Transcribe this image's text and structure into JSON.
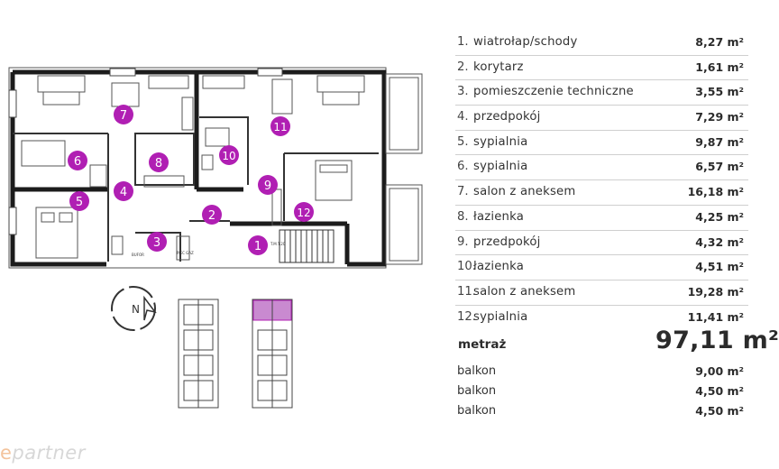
{
  "rooms": [
    {
      "num": "1.",
      "name": "wiatrołap/schody",
      "area": "8,27 m²"
    },
    {
      "num": "2.",
      "name": "korytarz",
      "area": "1,61 m²"
    },
    {
      "num": "3.",
      "name": "pomieszczenie techniczne",
      "area": "3,55 m²"
    },
    {
      "num": "4.",
      "name": "przedpokój",
      "area": "7,29 m²"
    },
    {
      "num": "5.",
      "name": "sypialnia",
      "area": "9,87 m²"
    },
    {
      "num": "6.",
      "name": "sypialnia",
      "area": "6,57 m²"
    },
    {
      "num": "7.",
      "name": "salon z aneksem",
      "area": "16,18 m²"
    },
    {
      "num": "8.",
      "name": "łazienka",
      "area": "4,25 m²"
    },
    {
      "num": "9.",
      "name": "przedpokój",
      "area": "4,32 m²"
    },
    {
      "num": "10.",
      "name": "łazienka",
      "area": "4,51 m²"
    },
    {
      "num": "11.",
      "name": "salon z aneksem",
      "area": "19,28 m²"
    },
    {
      "num": "12.",
      "name": "sypialnia",
      "area": "11,41 m²"
    }
  ],
  "total": {
    "label": "metraż",
    "value": "97,11 m²"
  },
  "balconies": [
    {
      "name": "balkon",
      "area": "9,00 m²"
    },
    {
      "name": "balkon",
      "area": "4,50 m²"
    },
    {
      "name": "balkon",
      "area": "4,50 m²"
    }
  ],
  "plan_labels": {
    "tech_left": "BUFOR",
    "tech_right": "PIEC GAZ",
    "stairs": "T.M.T.20"
  },
  "room_markers": [
    "1",
    "2",
    "3",
    "4",
    "5",
    "6",
    "7",
    "8",
    "9",
    "10",
    "11",
    "12"
  ],
  "compass_letter": "N",
  "logo": {
    "mark": "e",
    "text": "partner"
  },
  "colors": {
    "marker": "#b01fb3",
    "wall": "#1c1c1c",
    "highlight": "#c98ad0"
  }
}
